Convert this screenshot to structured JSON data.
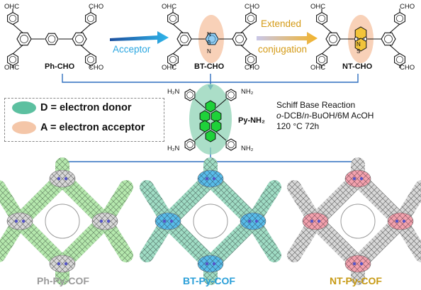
{
  "molecules": {
    "ph": {
      "name": "Ph-CHO"
    },
    "bt": {
      "name": "BT-CHO",
      "heteroatoms": [
        "N",
        "S",
        "N"
      ]
    },
    "nt": {
      "name": "NT-CHO",
      "heteroatoms": [
        "N",
        "S",
        "N"
      ]
    },
    "py": {
      "name": "Py-NH₂"
    }
  },
  "substituents": {
    "aldehyde": "OHC",
    "aldehyde_right": "CHO",
    "amine": "H₂N",
    "amine_right": "NH₂"
  },
  "arrows": {
    "acceptor": {
      "label": "Acceptor",
      "color": "#2aa6e0"
    },
    "extended": {
      "label_line1": "Extended",
      "label_line2": "conjugation",
      "color": "#e0a21a"
    }
  },
  "conditions": {
    "line1": "Schiff Base Reaction",
    "line2_prefix": "o",
    "line2_mid": "-DCB/",
    "line2_italic": "n",
    "line2_suffix": "-BuOH/6M AcOH",
    "line3": "120 °C 72h"
  },
  "legend": {
    "donor": {
      "label": "D = electron donor",
      "color": "#5cc0a0"
    },
    "acceptor": {
      "label": "A = electron acceptor",
      "color": "#f4c6a8"
    }
  },
  "cofs": [
    {
      "name": "Ph-Py-COF",
      "label_color": "#9a9a9a",
      "fill": "#a8e4a0"
    },
    {
      "name": "BT-Py-COF",
      "label_color": "#2a9fd8",
      "fill": "#49b6e8"
    },
    {
      "name": "NT-Py-COF",
      "label_color": "#c79a14",
      "fill": "#f08a9a"
    }
  ],
  "colors": {
    "connector": "#2f6fbf",
    "pyrene": "#1fd13a",
    "donor_glow": "#8fd3b6",
    "acceptor_glow": "#f7c9ac",
    "nt_core": "#f2c43a",
    "bt_core": "#3da6ea"
  }
}
